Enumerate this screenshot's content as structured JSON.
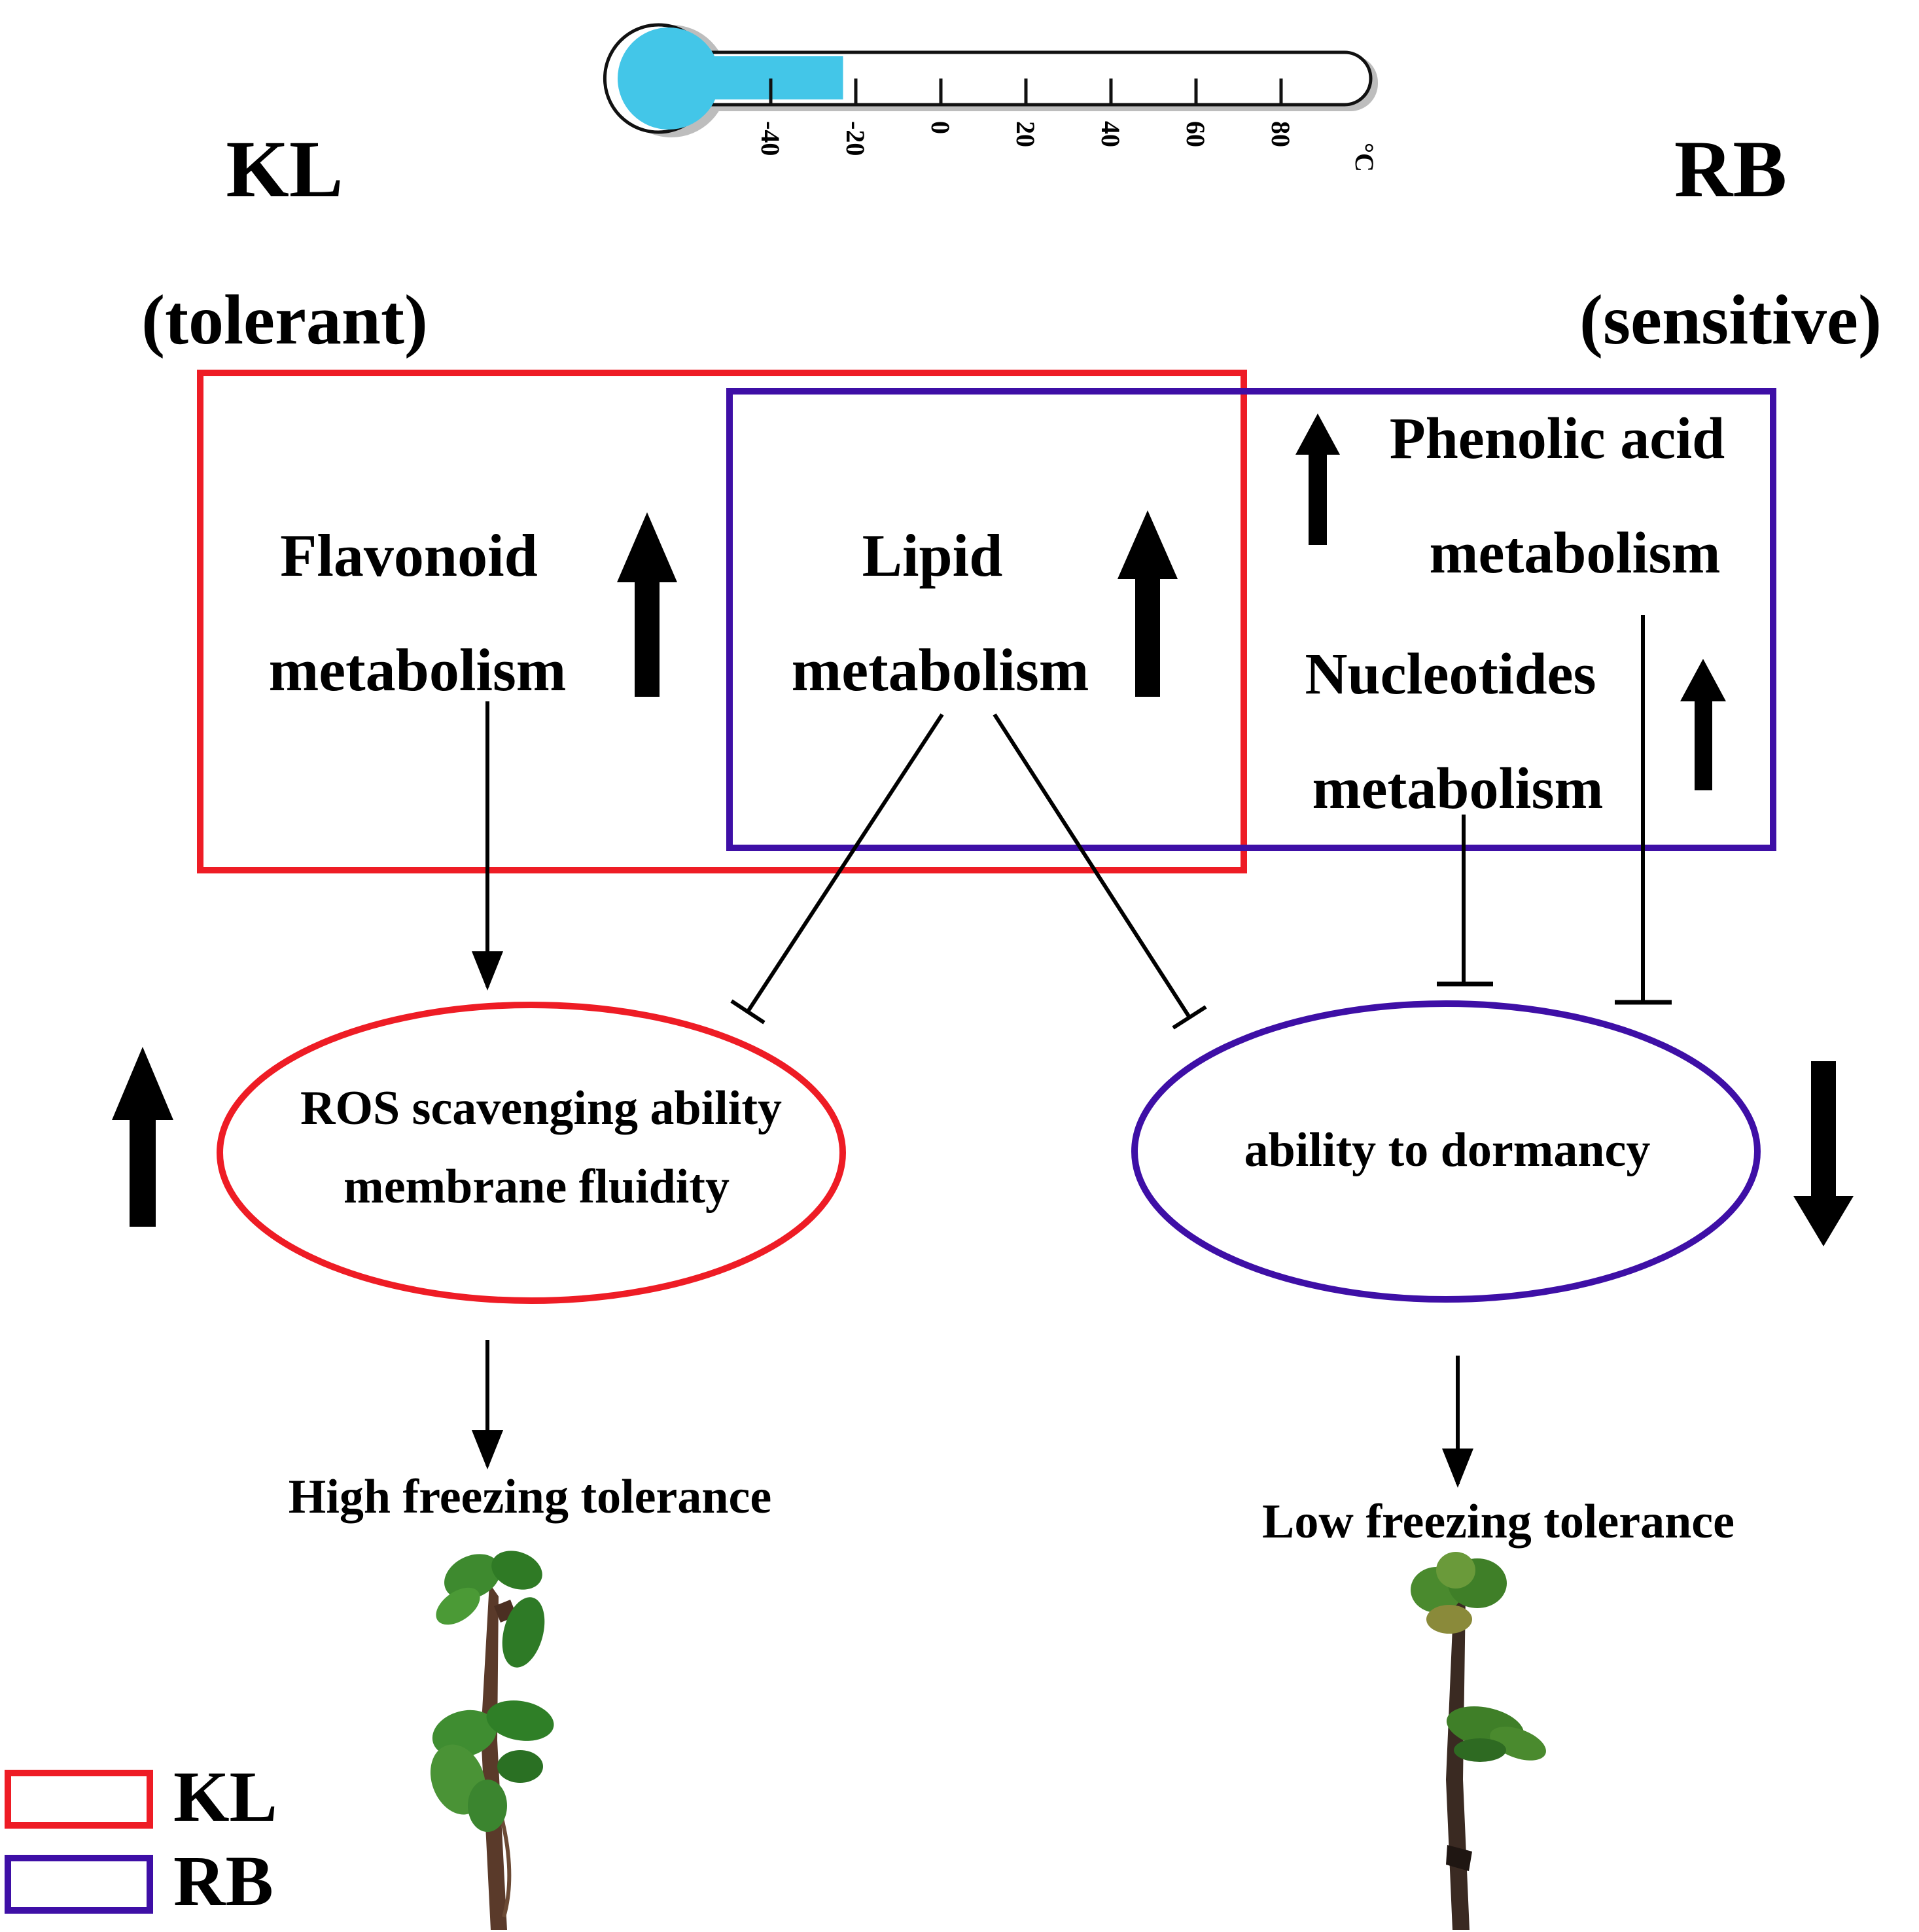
{
  "thermometer": {
    "ticks": [
      "-40",
      "-20",
      "0",
      "20",
      "40",
      "60",
      "80"
    ],
    "unit": "°C",
    "fill_color": "#43c6e8",
    "fill_level_celsius": -23
  },
  "headers": {
    "left_name": "KL",
    "left_type": "(tolerant)",
    "right_name": "RB",
    "right_type": "(sensitive)"
  },
  "boxes": {
    "flavonoid_line1": "Flavonoid",
    "flavonoid_line2": "metabolism",
    "lipid_line1": "Lipid",
    "lipid_line2": "metabolism",
    "phenolic_line1": "Phenolic acid",
    "phenolic_line2": "metabolism",
    "nucleotides_line1": "Nucleotides",
    "nucleotides_line2": "metabolism"
  },
  "ellipses": {
    "ros_line1": "ROS scavenging ability",
    "ros_line2": "membrane fluidity",
    "dormancy": "ability to dormancy"
  },
  "outcomes": {
    "high": "High freezing tolerance",
    "low": "Low freezing tolerance"
  },
  "legend": {
    "kl": "KL",
    "rb": "RB"
  },
  "colors": {
    "kl": "#ee1c25",
    "rb": "#3e0fa6",
    "arrow": "#000000"
  }
}
